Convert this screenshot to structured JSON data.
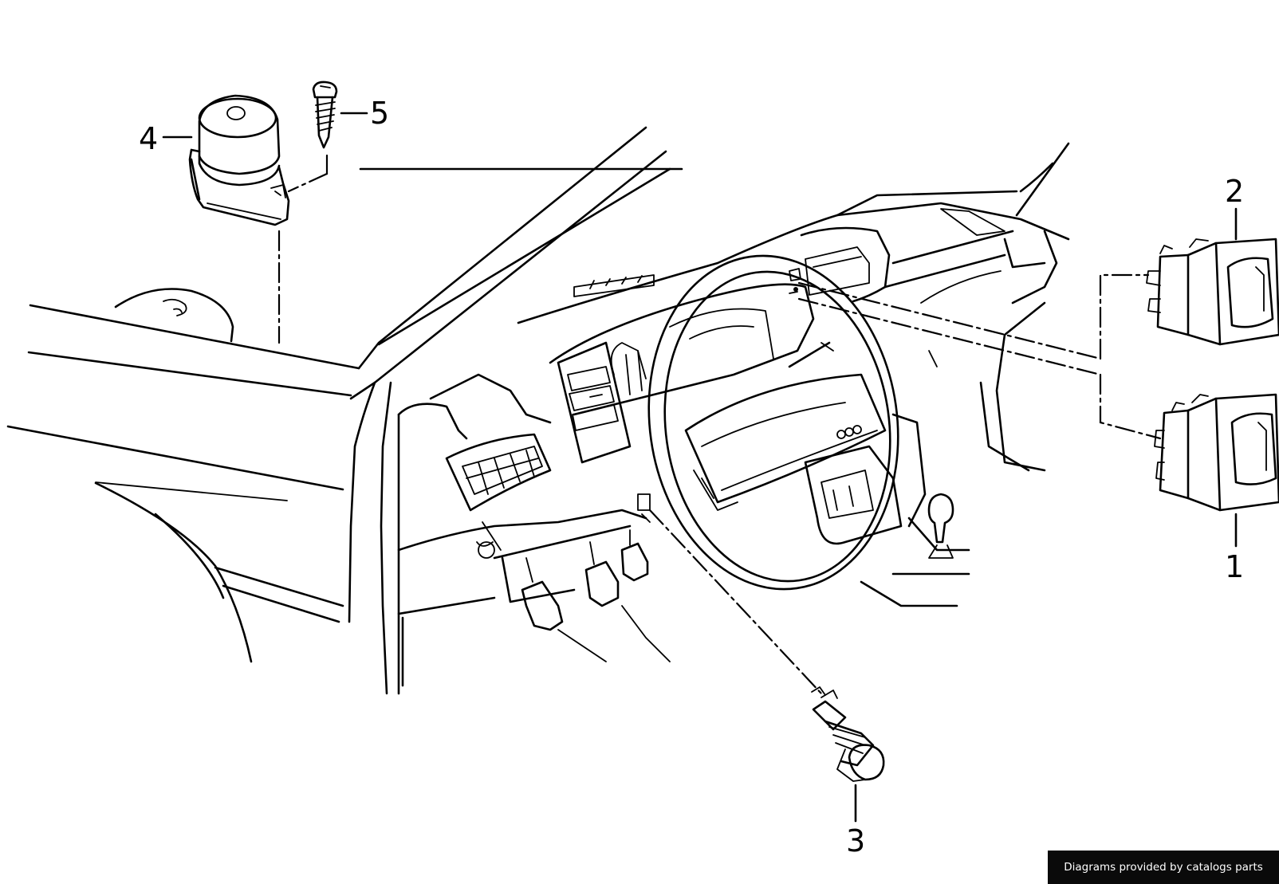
{
  "callouts": {
    "p1": "1",
    "p2": "2",
    "p3": "3",
    "p4": "4",
    "p5": "5"
  },
  "credit": "Diagrams provided by catalogs parts"
}
